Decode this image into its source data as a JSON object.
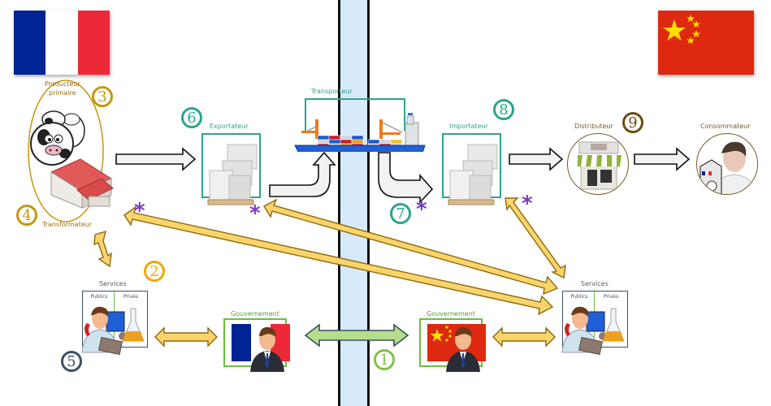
{
  "countries": {
    "left": {
      "name_icon": "france-flag-icon",
      "colors": [
        "#002395",
        "#ffffff",
        "#ed2939"
      ]
    },
    "right": {
      "name_icon": "china-flag-icon",
      "colors": [
        "#de2910",
        "#ffde00"
      ]
    }
  },
  "actors": {
    "producteur": {
      "label_line1": "Producteur",
      "label_line2": "primaire",
      "step": "3",
      "icon": "cow-icon"
    },
    "transformateur": {
      "label": "Transformateur",
      "step": "4",
      "icon": "factory-icon"
    },
    "exportateur": {
      "label": "Exportateur",
      "step": "6",
      "icon": "pallet-boxes-icon"
    },
    "transporteur": {
      "label": "Transporteur",
      "icon": "cargo-ship-icon"
    },
    "importateur": {
      "label": "Importateur",
      "step": "8",
      "icon": "pallet-boxes-icon"
    },
    "distributeur": {
      "label": "Distributeur",
      "step": "9",
      "icon": "shop-icon"
    },
    "consommateur": {
      "label": "Consommateur",
      "icon": "consumer-milk-icon"
    },
    "services_fr": {
      "label": "Services",
      "col_public": "Publics",
      "col_private": "Privés",
      "step_top": "2",
      "step_bottom": "5"
    },
    "services_cn": {
      "label": "Services",
      "col_public": "Publics",
      "col_private": "Privés"
    },
    "gouv_fr": {
      "label": "Gouvernement"
    },
    "gouv_cn": {
      "label": "Gouvernement"
    }
  },
  "steps": {
    "transport_step": "7",
    "government_link_step": "1"
  },
  "markers": {
    "asterisk": "*"
  },
  "colors": {
    "gold": "#c8960c",
    "teal": "#2aa58f",
    "green": "#6bbf3f",
    "arrow_yellow": "#fcd46a",
    "arrow_green": "#b5de8c",
    "strait_blue": "#d6eafb",
    "purple": "#7a3cc0"
  }
}
